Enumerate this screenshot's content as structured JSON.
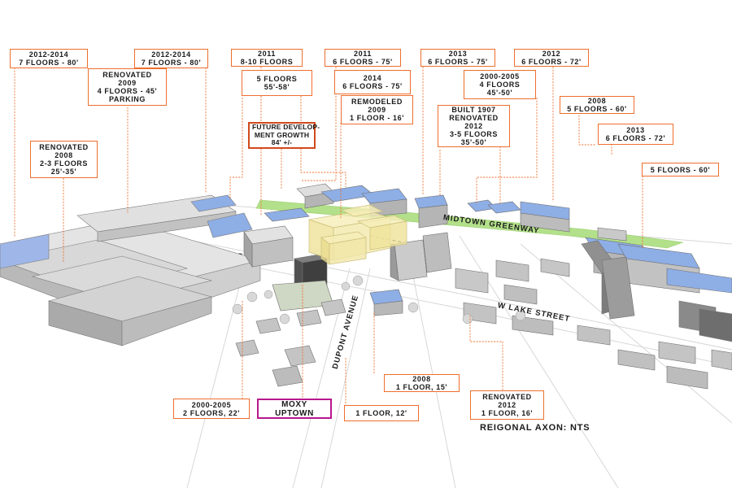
{
  "labels": [
    {
      "id": "l1",
      "lines": [
        "2012-2014",
        "7 FLOORS - 80'"
      ]
    },
    {
      "id": "l2",
      "lines": [
        "2012-2014",
        "7 FLOORS - 80'"
      ]
    },
    {
      "id": "l3",
      "lines": [
        "2011",
        "8-10 FLOORS"
      ]
    },
    {
      "id": "l4",
      "lines": [
        "2011",
        "6 FLOORS - 75'"
      ]
    },
    {
      "id": "l5",
      "lines": [
        "2013",
        "6 FLOORS - 75'"
      ]
    },
    {
      "id": "l6",
      "lines": [
        "2012",
        "6 FLOORS - 72'"
      ]
    },
    {
      "id": "l7",
      "lines": [
        "RENOVATED",
        "2009",
        "4 FLOORS - 45'",
        "PARKING"
      ]
    },
    {
      "id": "l8",
      "lines": [
        "5 FLOORS",
        "55'-58'"
      ]
    },
    {
      "id": "l9",
      "lines": [
        "2014",
        "6 FLOORS - 75'"
      ]
    },
    {
      "id": "l10",
      "lines": [
        "2000-2005",
        "4 FLOORS",
        "45'-50'"
      ]
    },
    {
      "id": "l11",
      "lines": [
        "REMODELED",
        "2009",
        "1 FLOOR - 16'"
      ]
    },
    {
      "id": "l12",
      "lines": [
        "BUILT 1907",
        "RENOVATED",
        "2012",
        "3-5 FLOORS",
        "35'-50'"
      ]
    },
    {
      "id": "l13",
      "lines": [
        "2008",
        "5 FLOORS - 60'"
      ]
    },
    {
      "id": "l14",
      "lines": [
        "FUTURE DEVELOP-",
        "MENT GROWTH",
        "84' +/-"
      ]
    },
    {
      "id": "l15",
      "lines": [
        "RENOVATED",
        "2008",
        "2-3 FLOORS",
        "25'-35'"
      ]
    },
    {
      "id": "l16",
      "lines": [
        "2013",
        "6 FLOORS - 72'"
      ]
    },
    {
      "id": "l17",
      "lines": [
        "5 FLOORS - 60'"
      ]
    },
    {
      "id": "l18",
      "lines": [
        "2008",
        "1 FLOOR, 15'"
      ]
    },
    {
      "id": "l19",
      "lines": [
        "RENOVATED",
        "2012",
        "1 FLOOR, 16'"
      ]
    },
    {
      "id": "l20",
      "lines": [
        "2000-2005",
        "2 FLOORS, 22'"
      ]
    },
    {
      "id": "l21",
      "lines": [
        "MOXY",
        "UPTOWN"
      ]
    },
    {
      "id": "l22",
      "lines": [
        "1 FLOOR, 12'"
      ]
    }
  ],
  "streets": {
    "greenway": "MIDTOWN GREENWAY",
    "lake": "W LAKE STREET",
    "dupont": "DUPONT AVENUE"
  },
  "caption": "REIGONAL AXON: NTS",
  "colors": {
    "leader": "#ee6f2d",
    "label_border": "#ee6f2d",
    "moxy_border": "#b8178d",
    "roof_highlight": "#8eaee6",
    "greenway": "#b3e08a",
    "future_massing": "#f4e9a6",
    "building_gray": "#a9a9a9"
  }
}
